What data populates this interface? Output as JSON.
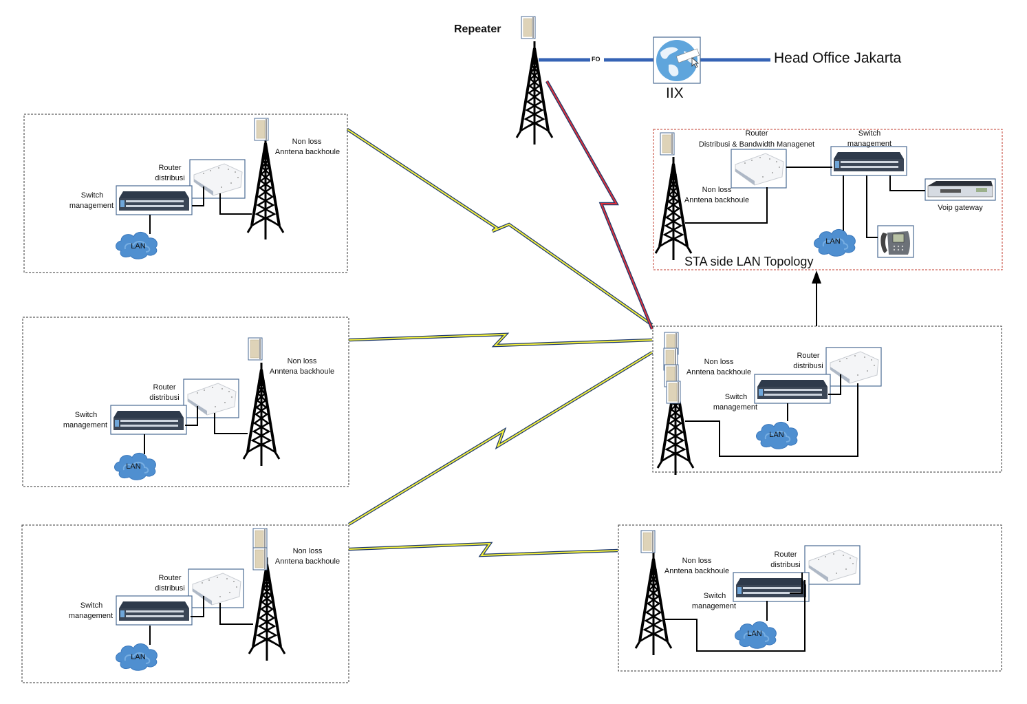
{
  "title_nodes": {
    "repeater_label": "Repeater",
    "fo_label": "FO",
    "iix_label": "IIX",
    "head_office_label": "Head Office Jakarta",
    "iix_icon_text": "http://www"
  },
  "sta_topology": {
    "title": "STA side LAN Topology",
    "router_label_line1": "Router",
    "router_label_line2": "Distribusi & Bandwidth Managenet",
    "switch_label_line1": "Switch",
    "switch_label_line2": "management",
    "antenna_label_line1": "Non loss",
    "antenna_label_line2": "Anntena backhoule",
    "lan_label": "LAN",
    "voip_label": "Voip gateway"
  },
  "sites": [
    {
      "id": "site-top-left",
      "antenna_label_line1": "Non loss",
      "antenna_label_line2": "Anntena backhoule",
      "router_label_line1": "Router",
      "router_label_line2": "distribusi",
      "switch_label_line1": "Switch",
      "switch_label_line2": "management",
      "lan_label": "LAN"
    },
    {
      "id": "site-mid-left",
      "antenna_label_line1": "Non loss",
      "antenna_label_line2": "Anntena backhoule",
      "router_label_line1": "Router",
      "router_label_line2": "distribusi",
      "switch_label_line1": "Switch",
      "switch_label_line2": "management",
      "lan_label": "LAN"
    },
    {
      "id": "site-bottom-left",
      "antenna_label_line1": "Non loss",
      "antenna_label_line2": "Anntena backhoule",
      "router_label_line1": "Router",
      "router_label_line2": "distribusi",
      "switch_label_line1": "Switch",
      "switch_label_line2": "management",
      "lan_label": "LAN"
    },
    {
      "id": "site-hub",
      "antenna_label_line1": "Non loss",
      "antenna_label_line2": "Anntena backhoule",
      "router_label_line1": "Router",
      "router_label_line2": "distribusi",
      "switch_label_line1": "Switch",
      "switch_label_line2": "management",
      "lan_label": "LAN"
    },
    {
      "id": "site-bottom-right",
      "antenna_label_line1": "Non loss",
      "antenna_label_line2": "Anntena backhoule",
      "router_label_line1": "Router",
      "router_label_line2": "distribusi",
      "switch_label_line1": "Switch",
      "switch_label_line2": "management",
      "lan_label": "LAN"
    }
  ],
  "links": [
    {
      "from": "repeater",
      "to": "site-hub",
      "type": "wireless",
      "color": "#e0303a"
    },
    {
      "from": "site-top-left",
      "to": "site-hub",
      "type": "wireless",
      "color": "#f5f03a"
    },
    {
      "from": "site-mid-left",
      "to": "site-hub",
      "type": "wireless",
      "color": "#f5f03a"
    },
    {
      "from": "site-bottom-left",
      "to": "site-hub",
      "type": "wireless",
      "color": "#f5f03a"
    },
    {
      "from": "site-bottom-left",
      "to": "site-bottom-right",
      "type": "wireless",
      "color": "#f5f03a"
    },
    {
      "from": "repeater",
      "to": "iix",
      "type": "fiber",
      "label": "FO",
      "color": "#3563b5"
    },
    {
      "from": "iix",
      "to": "head-office",
      "type": "fiber",
      "color": "#3563b5"
    }
  ],
  "colors": {
    "fiber": "#3563b5",
    "link_outline": "#1f3a6b",
    "lightning_yellow": "#f5f03a",
    "lightning_red": "#e0303a",
    "device_frame": "#4a6a93",
    "cloud": "#4f8fd0",
    "sta_border": "#c0392b"
  }
}
